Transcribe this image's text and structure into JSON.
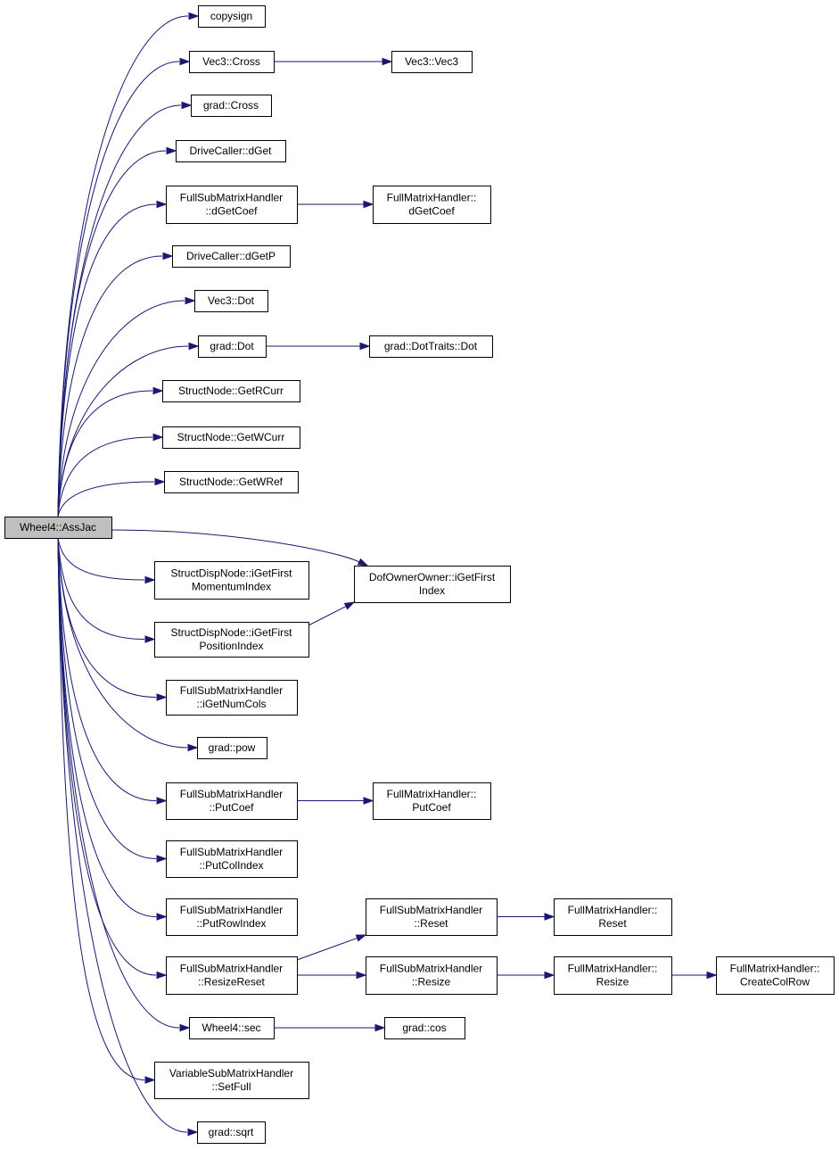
{
  "graph": {
    "edge_color": "#191970",
    "root_fill": "#bfbfbf",
    "nodes": [
      {
        "id": "root",
        "lines": [
          "Wheel4::AssJac"
        ],
        "root": true
      },
      {
        "id": "copysign",
        "lines": [
          "copysign"
        ]
      },
      {
        "id": "vec3cross",
        "lines": [
          "Vec3::Cross"
        ]
      },
      {
        "id": "vec3vec3",
        "lines": [
          "Vec3::Vec3"
        ]
      },
      {
        "id": "gradcross",
        "lines": [
          "grad::Cross"
        ]
      },
      {
        "id": "dcdget",
        "lines": [
          "DriveCaller::dGet"
        ]
      },
      {
        "id": "fsmhdgetcoef",
        "lines": [
          "FullSubMatrixHandler",
          "::dGetCoef"
        ]
      },
      {
        "id": "fmhdgetcoef",
        "lines": [
          "FullMatrixHandler::",
          "dGetCoef"
        ]
      },
      {
        "id": "dcdgetp",
        "lines": [
          "DriveCaller::dGetP"
        ]
      },
      {
        "id": "vec3dot",
        "lines": [
          "Vec3::Dot"
        ]
      },
      {
        "id": "graddot",
        "lines": [
          "grad::Dot"
        ]
      },
      {
        "id": "graddottraits",
        "lines": [
          "grad::DotTraits::Dot"
        ]
      },
      {
        "id": "sngetrcurr",
        "lines": [
          "StructNode::GetRCurr"
        ]
      },
      {
        "id": "sngetwcurr",
        "lines": [
          "StructNode::GetWCurr"
        ]
      },
      {
        "id": "sngetwref",
        "lines": [
          "StructNode::GetWRef"
        ]
      },
      {
        "id": "sdnmomentum",
        "lines": [
          "StructDispNode::iGetFirst",
          "MomentumIndex"
        ]
      },
      {
        "id": "dooigetfirst",
        "lines": [
          "DofOwnerOwner::iGetFirst",
          "Index"
        ]
      },
      {
        "id": "sdnposition",
        "lines": [
          "StructDispNode::iGetFirst",
          "PositionIndex"
        ]
      },
      {
        "id": "fsmhnumcols",
        "lines": [
          "FullSubMatrixHandler",
          "::iGetNumCols"
        ]
      },
      {
        "id": "gradpow",
        "lines": [
          "grad::pow"
        ]
      },
      {
        "id": "fsmhputcoef",
        "lines": [
          "FullSubMatrixHandler",
          "::PutCoef"
        ]
      },
      {
        "id": "fmhputcoef",
        "lines": [
          "FullMatrixHandler::",
          "PutCoef"
        ]
      },
      {
        "id": "fsmhputcolindex",
        "lines": [
          "FullSubMatrixHandler",
          "::PutColIndex"
        ]
      },
      {
        "id": "fsmhputrowindex",
        "lines": [
          "FullSubMatrixHandler",
          "::PutRowIndex"
        ]
      },
      {
        "id": "fsmhreset",
        "lines": [
          "FullSubMatrixHandler",
          "::Reset"
        ]
      },
      {
        "id": "fmhreset",
        "lines": [
          "FullMatrixHandler::",
          "Reset"
        ]
      },
      {
        "id": "fsmhresizereset",
        "lines": [
          "FullSubMatrixHandler",
          "::ResizeReset"
        ]
      },
      {
        "id": "fsmhresize",
        "lines": [
          "FullSubMatrixHandler",
          "::Resize"
        ]
      },
      {
        "id": "fmhresize",
        "lines": [
          "FullMatrixHandler::",
          "Resize"
        ]
      },
      {
        "id": "fmhcreatecolrow",
        "lines": [
          "FullMatrixHandler::",
          "CreateColRow"
        ]
      },
      {
        "id": "wheel4sec",
        "lines": [
          "Wheel4::sec"
        ]
      },
      {
        "id": "gradcos",
        "lines": [
          "grad::cos"
        ]
      },
      {
        "id": "vsmhsetfull",
        "lines": [
          "VariableSubMatrixHandler",
          "::SetFull"
        ]
      },
      {
        "id": "gradsqrt",
        "lines": [
          "grad::sqrt"
        ]
      }
    ],
    "edges": [
      [
        "root",
        "copysign"
      ],
      [
        "root",
        "vec3cross"
      ],
      [
        "vec3cross",
        "vec3vec3"
      ],
      [
        "root",
        "gradcross"
      ],
      [
        "root",
        "dcdget"
      ],
      [
        "root",
        "fsmhdgetcoef"
      ],
      [
        "fsmhdgetcoef",
        "fmhdgetcoef"
      ],
      [
        "root",
        "dcdgetp"
      ],
      [
        "root",
        "vec3dot"
      ],
      [
        "root",
        "graddot"
      ],
      [
        "graddot",
        "graddottraits"
      ],
      [
        "root",
        "sngetrcurr"
      ],
      [
        "root",
        "sngetwcurr"
      ],
      [
        "root",
        "sngetwref"
      ],
      [
        "root",
        "sdnmomentum"
      ],
      [
        "root",
        "dooigetfirst"
      ],
      [
        "root",
        "sdnposition"
      ],
      [
        "sdnposition",
        "dooigetfirst"
      ],
      [
        "root",
        "fsmhnumcols"
      ],
      [
        "root",
        "gradpow"
      ],
      [
        "root",
        "fsmhputcoef"
      ],
      [
        "fsmhputcoef",
        "fmhputcoef"
      ],
      [
        "root",
        "fsmhputcolindex"
      ],
      [
        "root",
        "fsmhputrowindex"
      ],
      [
        "root",
        "fsmhresizereset"
      ],
      [
        "fsmhresizereset",
        "fsmhreset"
      ],
      [
        "fsmhreset",
        "fmhreset"
      ],
      [
        "fsmhresizereset",
        "fsmhresize"
      ],
      [
        "fsmhresize",
        "fmhresize"
      ],
      [
        "fmhresize",
        "fmhcreatecolrow"
      ],
      [
        "root",
        "wheel4sec"
      ],
      [
        "wheel4sec",
        "gradcos"
      ],
      [
        "root",
        "vsmhsetfull"
      ],
      [
        "root",
        "gradsqrt"
      ]
    ]
  }
}
